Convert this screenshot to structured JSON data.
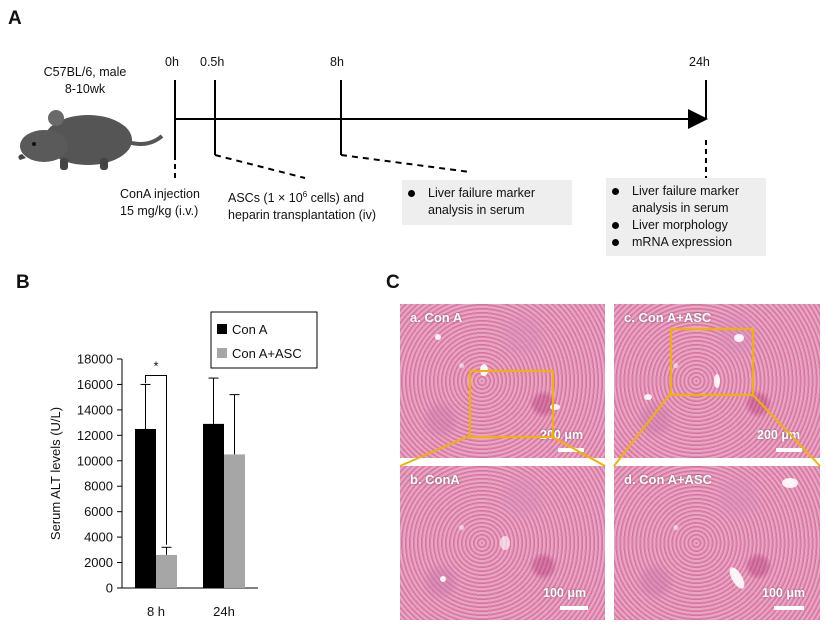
{
  "panels": {
    "a": "A",
    "b": "B",
    "c": "C"
  },
  "timeline": {
    "animal_line1": "C57BL/6, male",
    "animal_line2": "8-10wk",
    "times": [
      "0h",
      "0.5h",
      "8h",
      "24h"
    ],
    "conA_line1": "ConA injection",
    "conA_line2": "15 mg/kg (i.v.)",
    "asc_line1_pre": "ASCs (1 × 10",
    "asc_line1_sup": "6",
    "asc_line1_post": " cells) and",
    "asc_line2": "heparin transplantation (iv)",
    "box8h": [
      "Liver failure marker",
      "analysis in serum"
    ],
    "box24h": [
      {
        "text": "Liver failure marker",
        "bullet": true
      },
      {
        "text": "analysis in serum",
        "bullet": false
      },
      {
        "text": "Liver morphology",
        "bullet": true
      },
      {
        "text": "mRNA expression",
        "bullet": true
      }
    ]
  },
  "chart_data": {
    "type": "bar",
    "categories": [
      "8 h",
      "24h"
    ],
    "series": [
      {
        "name": "Con A",
        "color": "#000000",
        "values": [
          12500,
          12900
        ],
        "errors": [
          3500,
          3600
        ]
      },
      {
        "name": "Con A+ASC",
        "color": "#a6a6a6",
        "values": [
          2600,
          10500
        ],
        "errors": [
          600,
          4700
        ]
      }
    ],
    "ylabel": "Serum ALT levels (U/L)",
    "xlabel": "",
    "ylim": [
      0,
      18000
    ],
    "yticks": [
      0,
      2000,
      4000,
      6000,
      8000,
      10000,
      12000,
      14000,
      16000,
      18000
    ],
    "significance": "*",
    "legend_placement": "top-right",
    "grid": false
  },
  "micrographs": [
    {
      "label": "a. Con A",
      "scale": "200 μm"
    },
    {
      "label": "c. Con A+ASC",
      "scale": "200 μm"
    },
    {
      "label": "b. ConA",
      "scale": "100 μm"
    },
    {
      "label": "d. Con A+ASC",
      "scale": "100 μm"
    }
  ],
  "colors": {
    "zoom_box": "#f0b400",
    "tissue": "#e19abb",
    "info_box": "#eeeeee"
  }
}
